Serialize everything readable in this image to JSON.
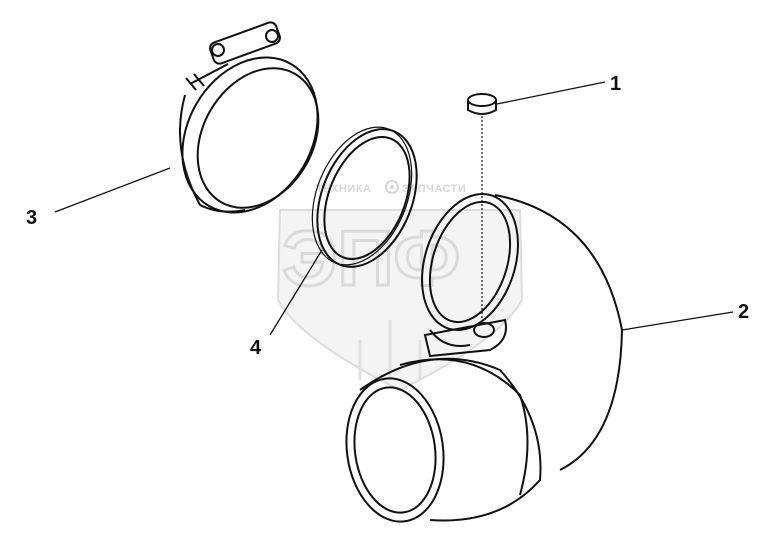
{
  "callouts": [
    {
      "id": "1",
      "label": "1"
    },
    {
      "id": "2",
      "label": "2"
    },
    {
      "id": "3",
      "label": "3"
    },
    {
      "id": "4",
      "label": "4"
    }
  ],
  "watermark": {
    "line_left": "ТЕХНИКА",
    "line_right": "ЗАПЧАСТИ",
    "logo": "ЭПФ"
  },
  "colors": {
    "line": "#111111",
    "watermark": "#d9d9d9"
  }
}
